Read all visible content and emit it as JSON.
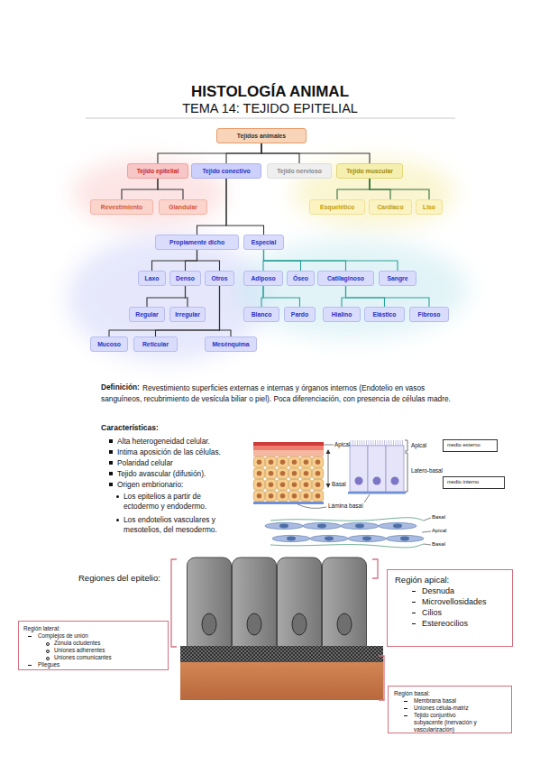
{
  "diagram": {
    "title": "HISTOLOGÍA ANIMAL",
    "nodes": [
      {
        "text": [
          "Tejidos animales"
        ]
      },
      {
        "text": [
          "Tejido epitelial"
        ]
      },
      {
        "text": [
          "Tejido conectivo"
        ]
      },
      {
        "text": [
          "Tejido nervioso"
        ]
      },
      {
        "text": [
          "Tejido muscular"
        ]
      },
      {
        "text": [
          "Revestimiento"
        ]
      },
      {
        "text": [
          "Glandular"
        ]
      },
      {
        "text": [
          "Esquelético"
        ]
      },
      {
        "text": [
          "Cardiaco"
        ]
      },
      {
        "text": [
          "Liso"
        ]
      },
      {
        "text": [
          "Propiamente dicho"
        ]
      },
      {
        "text": [
          "Especial"
        ]
      },
      {
        "text": [
          "Laxo"
        ]
      },
      {
        "text": [
          "Denso"
        ]
      },
      {
        "text": [
          "Otros"
        ]
      },
      {
        "text": [
          "Adiposo"
        ]
      },
      {
        "text": [
          "Óseo"
        ]
      },
      {
        "text": [
          "Catilaginoso"
        ]
      },
      {
        "text": [
          "Sangre"
        ]
      },
      {
        "text": [
          "Regular"
        ]
      },
      {
        "text": [
          "Irregular"
        ]
      },
      {
        "text": [
          "Mucoso"
        ]
      },
      {
        "text": [
          "Reticular"
        ]
      },
      {
        "text": [
          "Mesénquima"
        ]
      },
      {
        "text": [
          "Blanco"
        ]
      },
      {
        "text": [
          "Pardo"
        ]
      },
      {
        "text": [
          "Hialino"
        ]
      },
      {
        "text": [
          "Elástico"
        ]
      },
      {
        "text": [
          "Fibroso"
        ]
      },
      {
        "text": [
          "medio externo"
        ]
      },
      {
        "text": [
          "medio interno"
        ]
      },
      {
        "text": [
          "Región apical:",
          "Desnuda",
          "Microvellosidades",
          "Cilios",
          "Estereocilios"
        ]
      },
      {
        "text": [
          "Región lateral:",
          "Complejos de unión",
          "Zónula ocludentes",
          "Uniones adherentes",
          "Uniones comunicantes",
          "Pliegues"
        ]
      },
      {
        "text": [
          "Región basal:",
          "Membrana basal",
          "Uniones célula-matriz",
          "Tejido conjuntivo subyacente (inervación y vascularización)"
        ]
      }
    ],
    "edges": [
      {
        "from": 0,
        "to": 1,
        "arrow": "none"
      },
      {
        "from": 0,
        "to": 2,
        "arrow": "none"
      },
      {
        "from": 0,
        "to": 3,
        "arrow": "none"
      },
      {
        "from": 0,
        "to": 4,
        "arrow": "none"
      },
      {
        "from": 1,
        "to": 5,
        "arrow": "none"
      },
      {
        "from": 1,
        "to": 6,
        "arrow": "none"
      },
      {
        "from": 4,
        "to": 7,
        "arrow": "none"
      },
      {
        "from": 4,
        "to": 8,
        "arrow": "none"
      },
      {
        "from": 4,
        "to": 9,
        "arrow": "none"
      },
      {
        "from": 2,
        "to": 10,
        "arrow": "none"
      },
      {
        "from": 2,
        "to": 11,
        "arrow": "none"
      },
      {
        "from": 10,
        "to": 12,
        "arrow": "none"
      },
      {
        "from": 10,
        "to": 13,
        "arrow": "none"
      },
      {
        "from": 10,
        "to": 14,
        "arrow": "none"
      },
      {
        "from": 11,
        "to": 15,
        "arrow": "none"
      },
      {
        "from": 11,
        "to": 16,
        "arrow": "none"
      },
      {
        "from": 11,
        "to": 17,
        "arrow": "none"
      },
      {
        "from": 11,
        "to": 18,
        "arrow": "none"
      },
      {
        "from": 13,
        "to": 19,
        "arrow": "none"
      },
      {
        "from": 13,
        "to": 20,
        "arrow": "none"
      },
      {
        "from": 14,
        "to": 21,
        "arrow": "none"
      },
      {
        "from": 14,
        "to": 22,
        "arrow": "none"
      },
      {
        "from": 14,
        "to": 23,
        "arrow": "none"
      },
      {
        "from": 15,
        "to": 24,
        "arrow": "none"
      },
      {
        "from": 15,
        "to": 25,
        "arrow": "none"
      },
      {
        "from": 17,
        "to": 26,
        "arrow": "none"
      },
      {
        "from": 17,
        "to": 27,
        "arrow": "none"
      },
      {
        "from": 17,
        "to": 28,
        "arrow": "none"
      }
    ],
    "labels": [
      "TEMA 14: TEJIDO EPITELIAL",
      "Definición:",
      "Revestimiento superficies externas e internas y órganos internos (Endotelio en vasos sanguíneos, recubrimiento de vesícula biliar o piel). Poca diferenciación, con presencia de células madre.",
      "Características:",
      "Alta heterogeneidad celular.",
      "Intima aposición de las células.",
      "Polaridad celular",
      "Tejido avascular (difusión).",
      "Origen embrionario:",
      "Los epitelios a partir de ectodermo y endodermo.",
      "Los endotelios vasculares y mesotelios, del mesodermo.",
      "Apical",
      "Basal",
      "Apical",
      "Latero-basal",
      "Lámina basal",
      "Basal",
      "Apical",
      "Basal",
      "Regiones del epitelio:"
    ]
  }
}
